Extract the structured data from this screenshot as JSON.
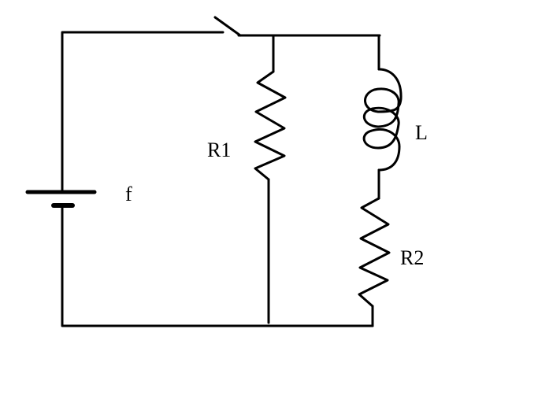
{
  "diagram": {
    "type": "circuit",
    "background_color": "#ffffff",
    "stroke_color": "#000000",
    "components": [
      {
        "id": "source",
        "kind": "battery",
        "label": "f"
      },
      {
        "id": "switch",
        "kind": "switch",
        "state": "open",
        "label": ""
      },
      {
        "id": "R1",
        "kind": "resistor",
        "label": "R1"
      },
      {
        "id": "L",
        "kind": "inductor",
        "label": "L"
      },
      {
        "id": "R2",
        "kind": "resistor",
        "label": "R2"
      }
    ],
    "topology": {
      "series": [
        "source",
        "switch"
      ],
      "parallel_branches": [
        [
          "R1"
        ],
        [
          "L",
          "R2"
        ]
      ]
    }
  },
  "labels": {
    "source": "f",
    "r1": "R1",
    "inductor": "L",
    "r2": "R2"
  }
}
